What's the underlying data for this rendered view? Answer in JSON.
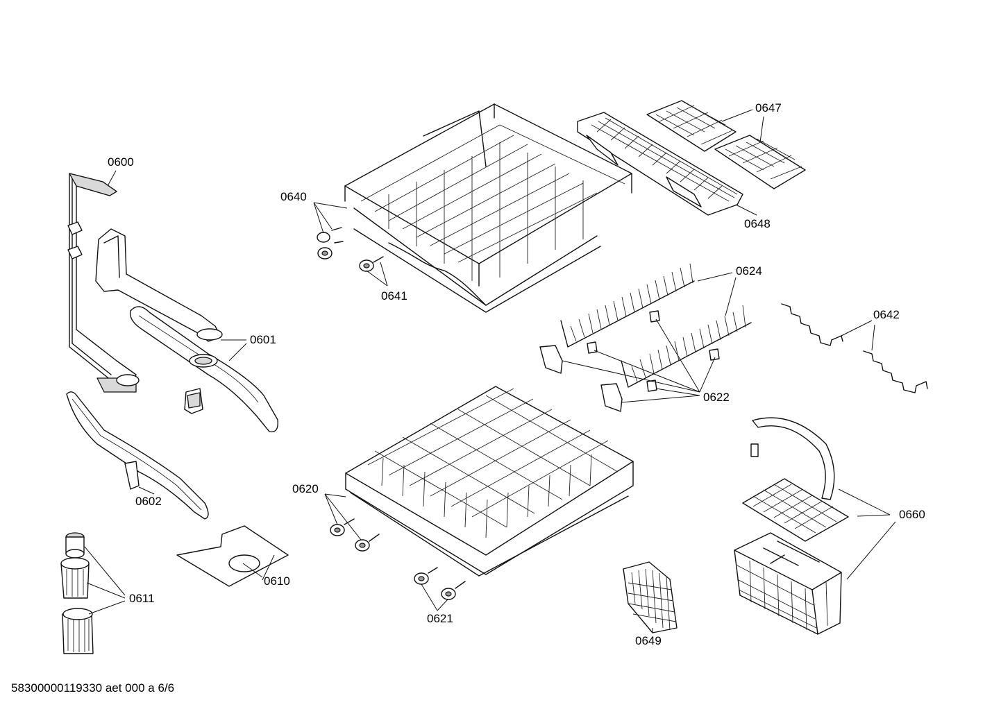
{
  "callouts": {
    "c0600": "0600",
    "c0601": "0601",
    "c0602": "0602",
    "c0610": "0610",
    "c0611": "0611",
    "c0620": "0620",
    "c0621": "0621",
    "c0622": "0622",
    "c0624": "0624",
    "c0640": "0640",
    "c0641": "0641",
    "c0642": "0642",
    "c0647": "0647",
    "c0648": "0648",
    "c0649": "0649",
    "c0660": "0660"
  },
  "footer": "58300000119330 aet 000 a 6/6"
}
